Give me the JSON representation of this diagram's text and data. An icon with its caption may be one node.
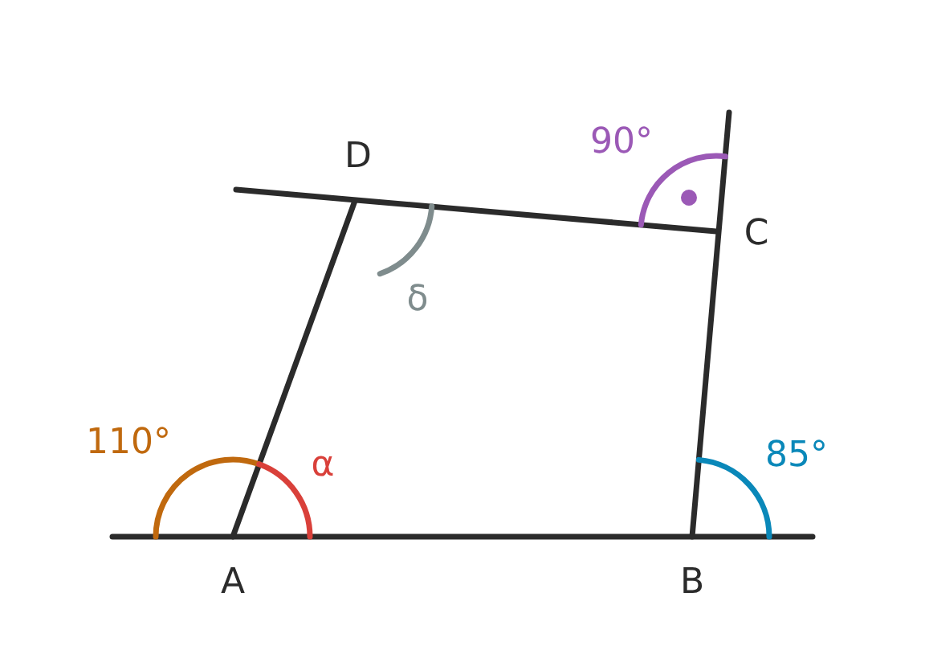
{
  "diagram": {
    "labels": [
      "D",
      "90°",
      "C",
      "δ",
      "110°",
      "α",
      "85°",
      "A",
      "B"
    ]
  }
}
